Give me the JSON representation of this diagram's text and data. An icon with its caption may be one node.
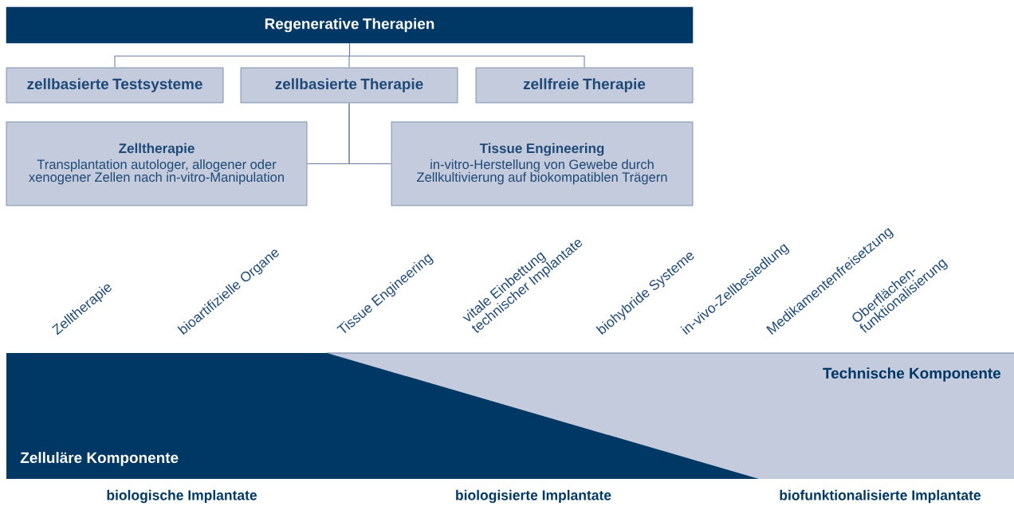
{
  "diagram": {
    "nodes": [
      {
        "text": [
          "Regenerative Therapien"
        ]
      },
      {
        "text": [
          "zellbasierte Testsysteme"
        ]
      },
      {
        "text": [
          "zellbasierte Therapie"
        ]
      },
      {
        "text": [
          "zellfreie Therapie"
        ]
      },
      {
        "text": [
          "Zelltherapie",
          "Transplantation autologer, allogener oder xenogener Zellen nach in-vitro-Manipulation"
        ]
      },
      {
        "text": [
          "Tissue Engineering",
          "in-vitro-Herstellung von Gewebe durch Zellkultivierung auf biokompatiblen Trägern"
        ]
      }
    ],
    "edges": [
      {
        "from": 0,
        "to": 1,
        "arrow": "none"
      },
      {
        "from": 0,
        "to": 2,
        "arrow": "none"
      },
      {
        "from": 0,
        "to": 3,
        "arrow": "none"
      },
      {
        "from": 2,
        "to": 4,
        "arrow": "none"
      },
      {
        "from": 2,
        "to": 5,
        "arrow": "none"
      }
    ],
    "labels": [
      "Zelltherapie",
      "bioartifizielle Organe",
      "Tissue Engineering",
      "vitale Einbettung technischer Implantate",
      "biohybride Systeme",
      "in-vivo-Zellbesiedlung",
      "Medikamentenfreisetzung",
      "Oberflächen- funktionalisierung",
      "Technische Komponente",
      "Zelluläre Komponente",
      "biologische Implantate",
      "biologisierte Implantate",
      "biofunktionalisierte Implantate"
    ]
  }
}
